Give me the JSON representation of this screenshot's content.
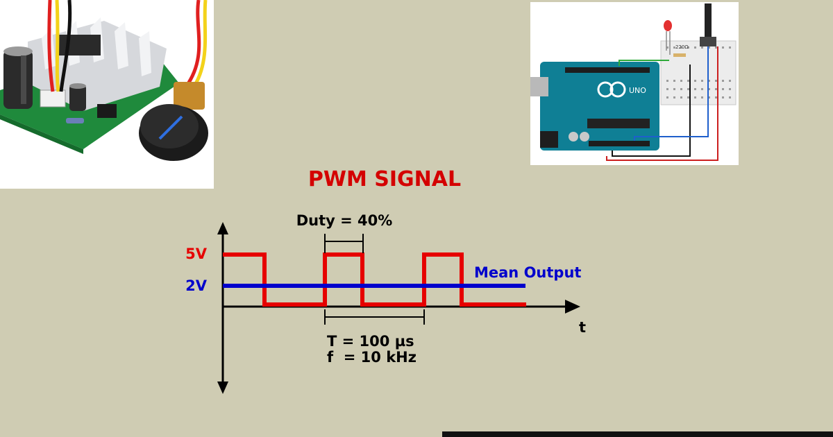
{
  "diagram": {
    "title": "PWM SIGNAL",
    "duty_label": "Duty = 40%",
    "high_level_label": "5V",
    "mean_level_label": "2V",
    "mean_output_label": "Mean Output",
    "time_axis_label": "t",
    "period_label": "T = 100 µs",
    "frequency_label": "f  = 10 kHz",
    "colors": {
      "title": "#d40000",
      "signal": "#e60000",
      "mean": "#0000cc",
      "axis": "#000000"
    }
  },
  "board": {
    "brand_label": "UNO"
  },
  "breadboard": {
    "resistor_label": "220Ω"
  }
}
